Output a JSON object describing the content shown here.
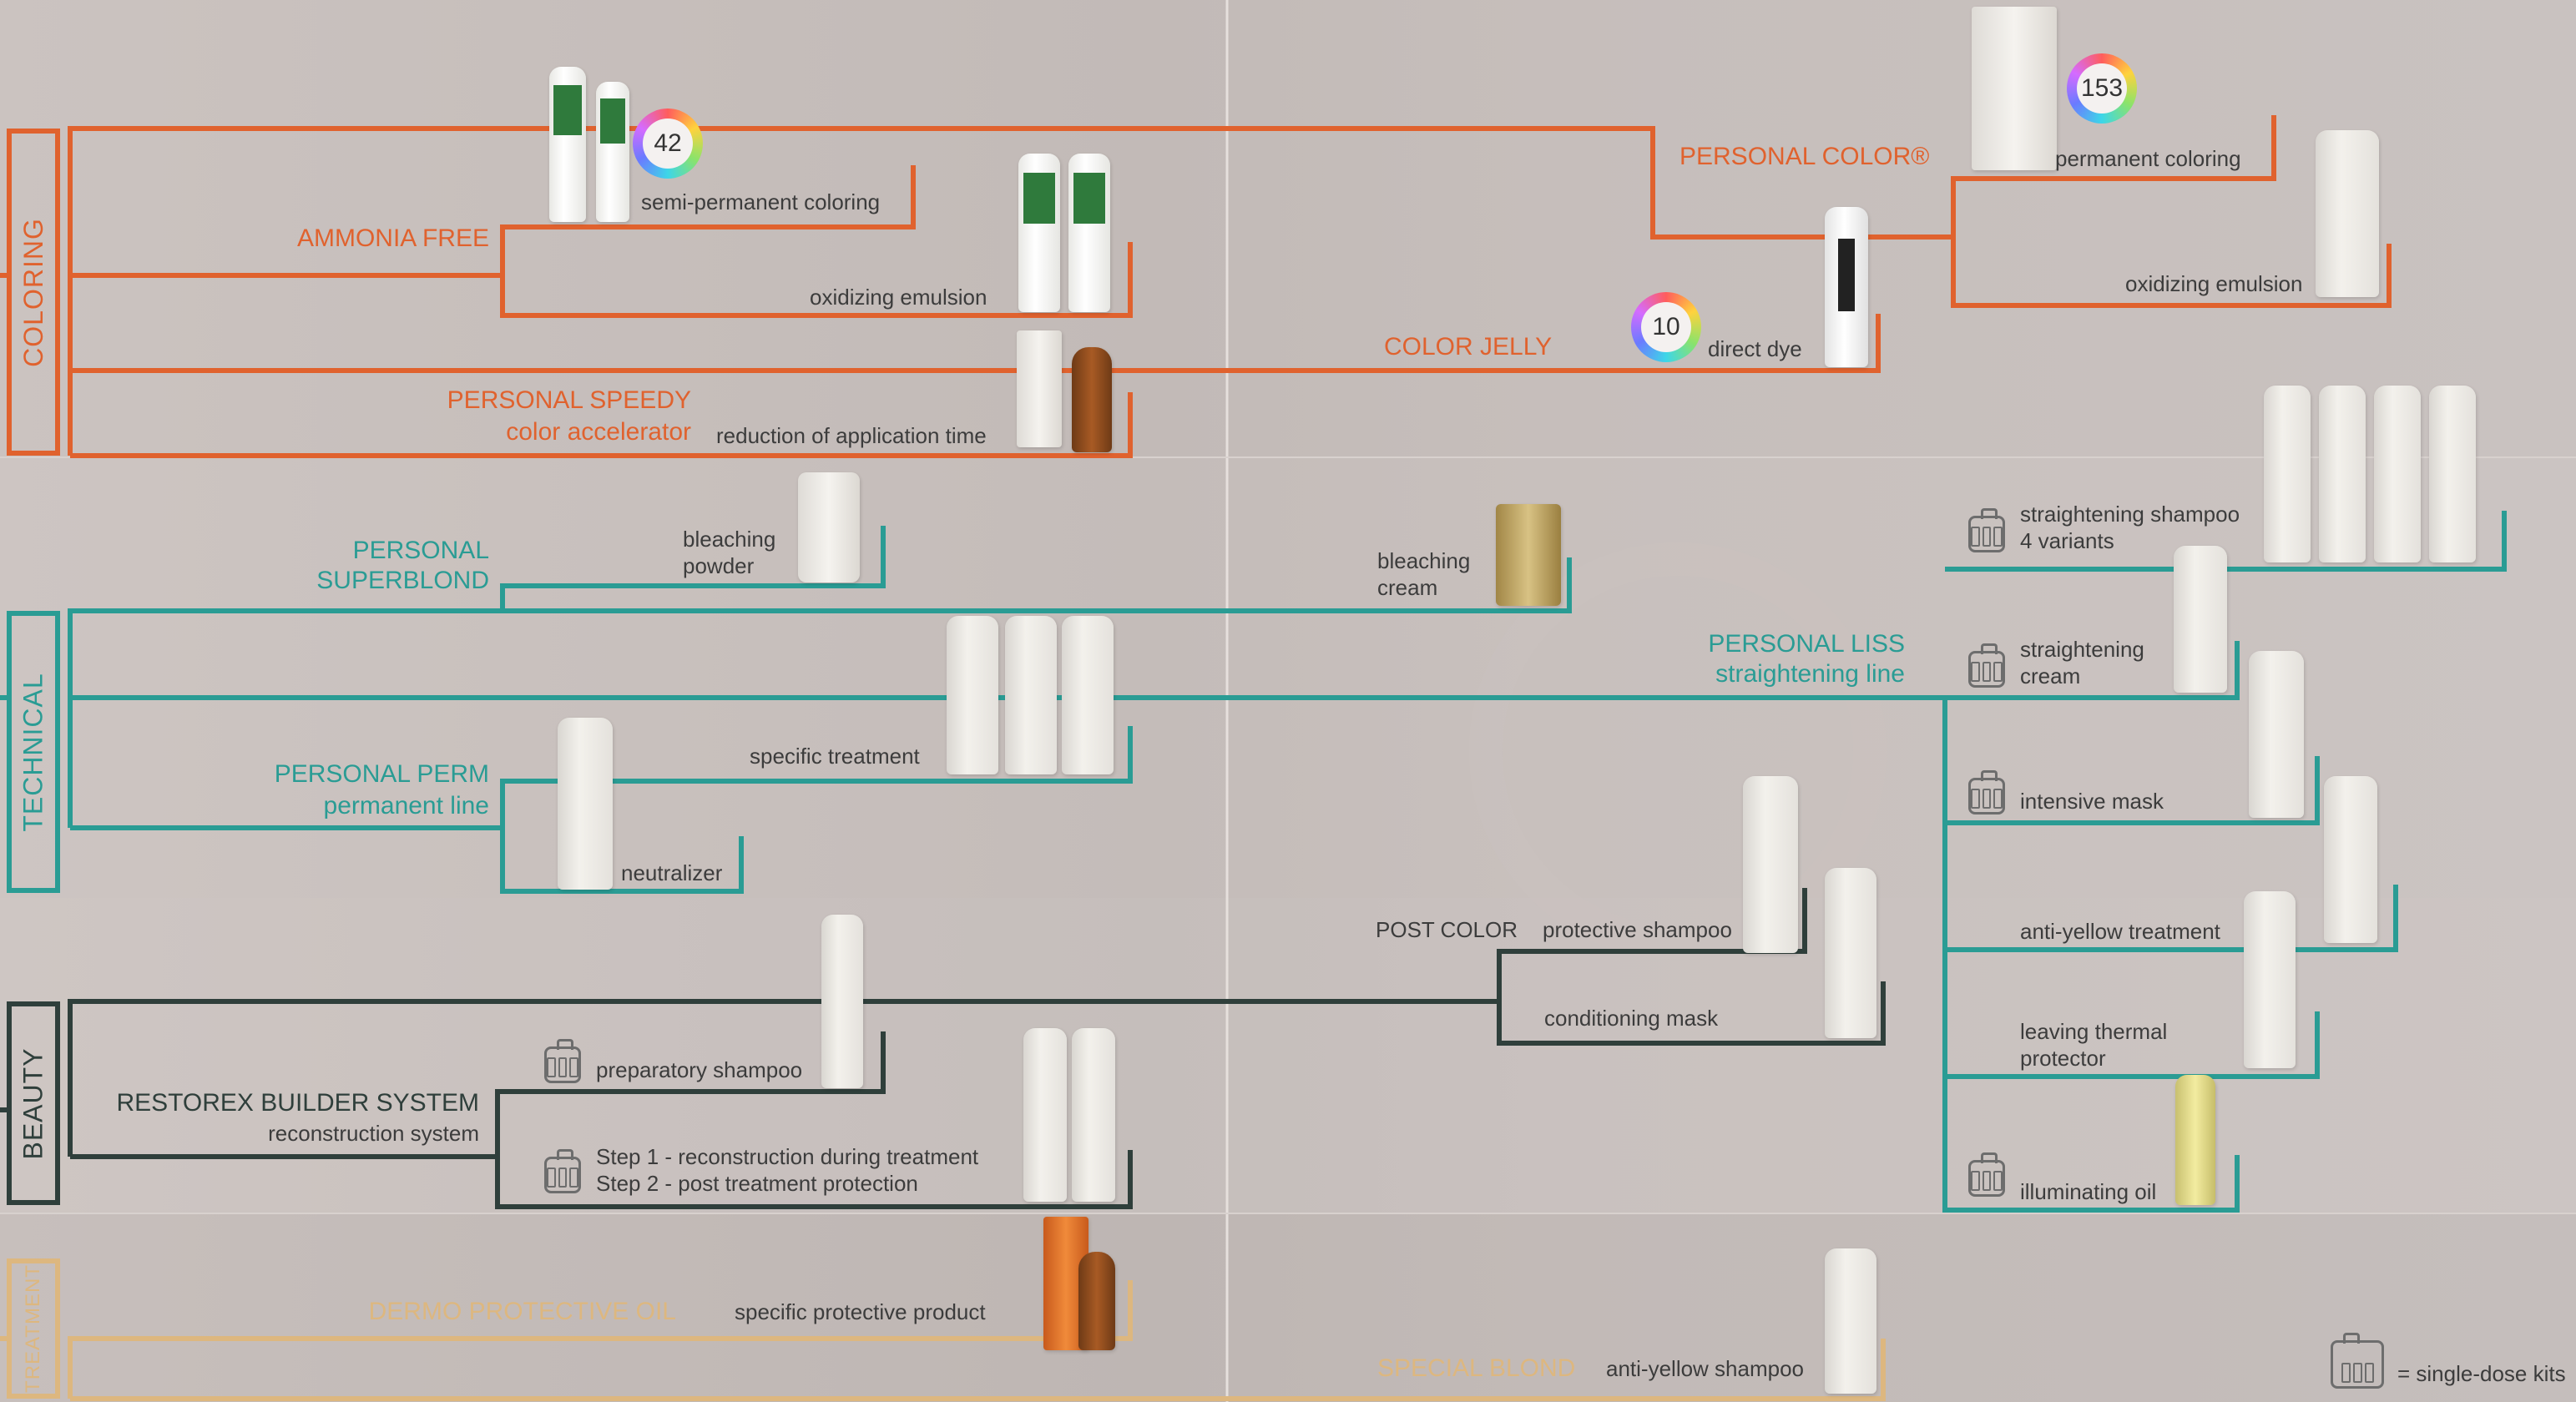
{
  "colors": {
    "coloring": "#e0622e",
    "technical": "#2a9c94",
    "beauty": "#2f3f3b",
    "treatment": "#ddb77f"
  },
  "sections": {
    "coloring": "COLORING",
    "technical": "TECHNICAL",
    "beauty": "BEAUTY",
    "treatment": "TREATMENT"
  },
  "coloring": {
    "ammonia_free": "AMMONIA FREE",
    "semi_permanent": "semi-permanent coloring",
    "badge_42": "42",
    "oxidizing_emulsion_left": "oxidizing emulsion",
    "speedy_title": "PERSONAL SPEEDY",
    "speedy_sub": "color accelerator",
    "reduction": "reduction of application time",
    "personal_color": "PERSONAL COLOR®",
    "badge_153": "153",
    "permanent_coloring": "permanent coloring",
    "oxidizing_emulsion_right": "oxidizing emulsion",
    "color_jelly": "COLOR JELLY",
    "badge_10": "10",
    "direct_dye": "direct dye"
  },
  "technical": {
    "superblond_1": "PERSONAL",
    "superblond_2": "SUPERBLOND",
    "bleaching_powder_1": "bleaching",
    "bleaching_powder_2": "powder",
    "bleaching_cream_1": "bleaching",
    "bleaching_cream_2": "cream",
    "specific_treatment": "specific treatment",
    "perm_title": "PERSONAL PERM",
    "perm_sub": "permanent line",
    "neutralizer": "neutralizer",
    "liss_title": "PERSONAL LISS",
    "liss_sub": "straightening line",
    "straight_shampoo_1": "straightening shampoo",
    "straight_shampoo_2": "4 variants",
    "straight_cream_1": "straightening",
    "straight_cream_2": "cream",
    "intensive_mask": "intensive mask",
    "anti_yellow_treatment": "anti-yellow treatment",
    "thermal_1": "leaving thermal",
    "thermal_2": "protector",
    "illuminating_oil": "illuminating oil"
  },
  "beauty": {
    "post_color": "POST COLOR",
    "protective_shampoo": "protective shampoo",
    "conditioning_mask": "conditioning mask",
    "preparatory_shampoo": "preparatory shampoo",
    "restorex_title": "RESTOREX BUILDER SYSTEM",
    "restorex_sub": "reconstruction system",
    "step1": "Step 1 - reconstruction during treatment",
    "step2": "Step 2 - post treatment protection"
  },
  "treatment": {
    "dermo": "DERMO PROTECTIVE OIL",
    "specific_protective": "specific protective product",
    "special_blond": "SPECIAL BLOND",
    "anti_yellow_shampoo": "anti-yellow shampoo"
  },
  "legend": {
    "single_dose": "= single-dose kits",
    "icon": "single-dose-kit-icon"
  }
}
